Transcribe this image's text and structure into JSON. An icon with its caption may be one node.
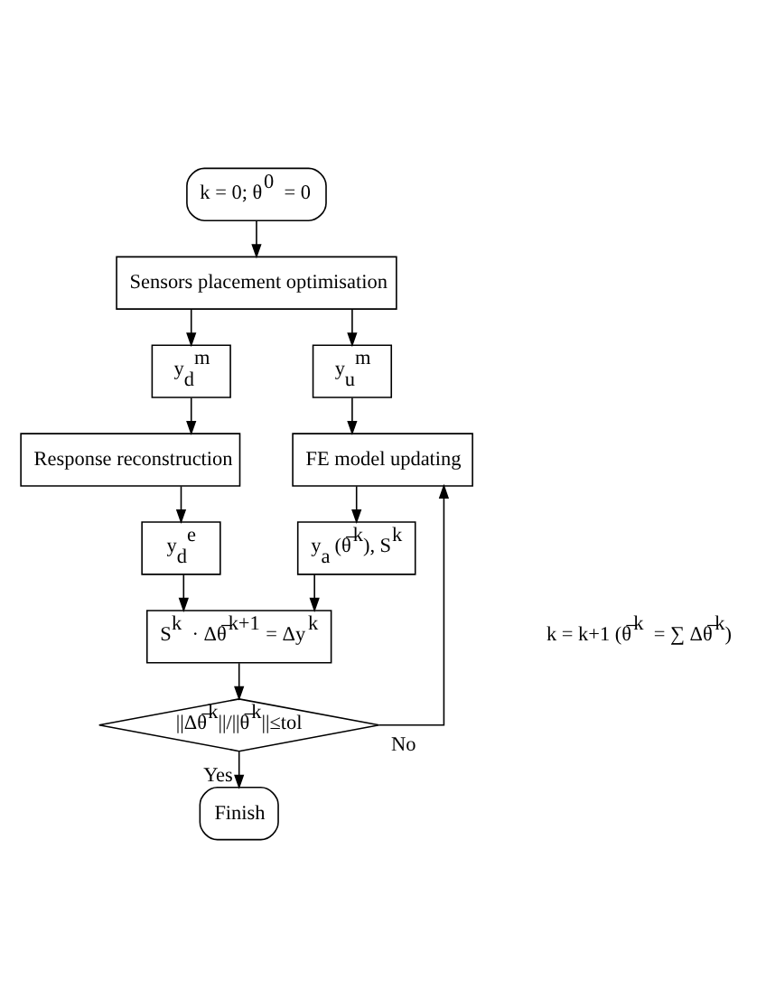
{
  "diagram": {
    "nodes": [
      {
        "text": [
          "k = 0; θ$^{0}$ = 0"
        ]
      },
      {
        "text": [
          "Sensors placement optimisation"
        ]
      },
      {
        "text": [
          "y$_{d}$$^{m}$"
        ]
      },
      {
        "text": [
          "y$_{u}$$^{m}$"
        ]
      },
      {
        "text": [
          "Response reconstruction"
        ]
      },
      {
        "text": [
          "FE model updating"
        ]
      },
      {
        "text": [
          "y$_{d}$$^{e}$"
        ]
      },
      {
        "text": [
          "y$_{a}$ (θ̅$^{k}$), S$^{k}$"
        ]
      },
      {
        "text": [
          "S$^{k}$ · Δθ̅$^{k+1}$ = Δy$^{k}$"
        ]
      },
      {
        "text": [
          "||Δθ̅$^{k}$||/||θ̅$^{k}$||≤tol"
        ]
      },
      {
        "text": [
          "Finish"
        ]
      }
    ],
    "edges": [
      {
        "from": 0,
        "to": 1,
        "arrow": "to"
      },
      {
        "from": 1,
        "to": 2,
        "arrow": "to"
      },
      {
        "from": 1,
        "to": 3,
        "arrow": "to"
      },
      {
        "from": 2,
        "to": 4,
        "arrow": "to"
      },
      {
        "from": 3,
        "to": 5,
        "arrow": "to"
      },
      {
        "from": 4,
        "to": 6,
        "arrow": "to"
      },
      {
        "from": 5,
        "to": 7,
        "arrow": "to"
      },
      {
        "from": 6,
        "to": 8,
        "arrow": "to"
      },
      {
        "from": 7,
        "to": 8,
        "arrow": "to"
      },
      {
        "from": 8,
        "to": 9,
        "arrow": "to"
      },
      {
        "from": 9,
        "to": 10,
        "arrow": "to",
        "label": "Yes"
      },
      {
        "from": 9,
        "to": 5,
        "arrow": "to",
        "label": "No"
      }
    ],
    "labels": [
      "k = k+1 (θ̅$^{k}$ = ∑ Δθ̅$^{k}$)"
    ]
  }
}
